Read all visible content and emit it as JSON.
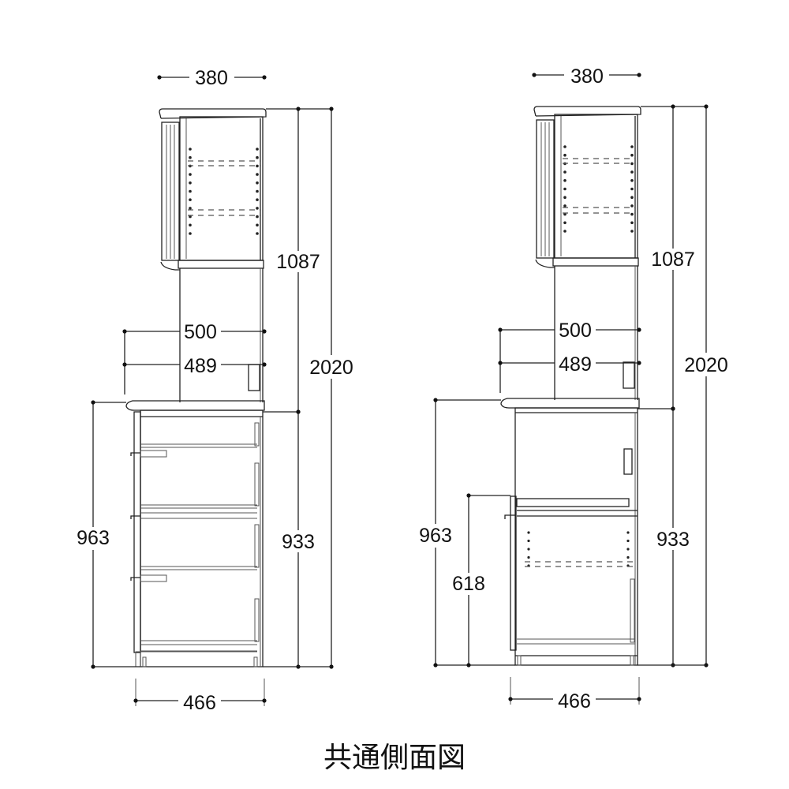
{
  "title": "共通側面図",
  "left_view": {
    "width_top": "380",
    "height_upper": "1087",
    "height_total": "2020",
    "depth_counter": "500",
    "depth_inner": "489",
    "height_lower_with_top": "963",
    "height_lower": "933",
    "width_bottom": "466"
  },
  "right_view": {
    "width_top": "380",
    "height_upper": "1087",
    "height_total": "2020",
    "depth_counter": "500",
    "depth_inner": "489",
    "height_lower_with_top": "963",
    "height_shelf": "618",
    "height_lower": "933",
    "width_bottom": "466"
  }
}
